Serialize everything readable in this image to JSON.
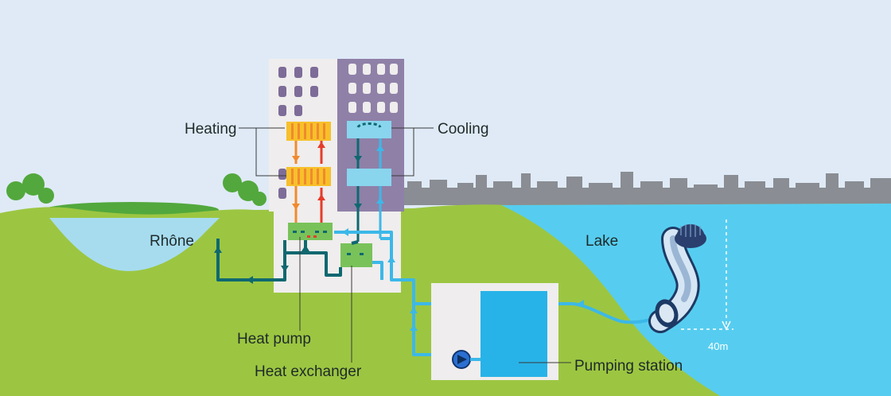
{
  "labels": {
    "heating": "Heating",
    "cooling": "Cooling",
    "rhone": "Rhône",
    "lake": "Lake",
    "heat_pump": "Heat pump",
    "heat_exchanger": "Heat exchanger",
    "pumping_station": "Pumping station",
    "depth": "40m"
  },
  "colors": {
    "sky": "#dfeaf6",
    "grass": "#9cc641",
    "lake_water": "#56cdf0",
    "river_water": "#a7dcef",
    "building_purple": "#8f80a8",
    "building_light": "#efeded",
    "pipe_dark": "#0f6870",
    "pipe_light": "#3cb8e8",
    "pipe_orange": "#f08a2e",
    "pipe_red": "#e63c2b",
    "radiator_yellow": "#f7c02a",
    "cooling_panel": "#89d5ee",
    "device_green": "#79c25a",
    "skyline_grey": "#8a8d93"
  }
}
